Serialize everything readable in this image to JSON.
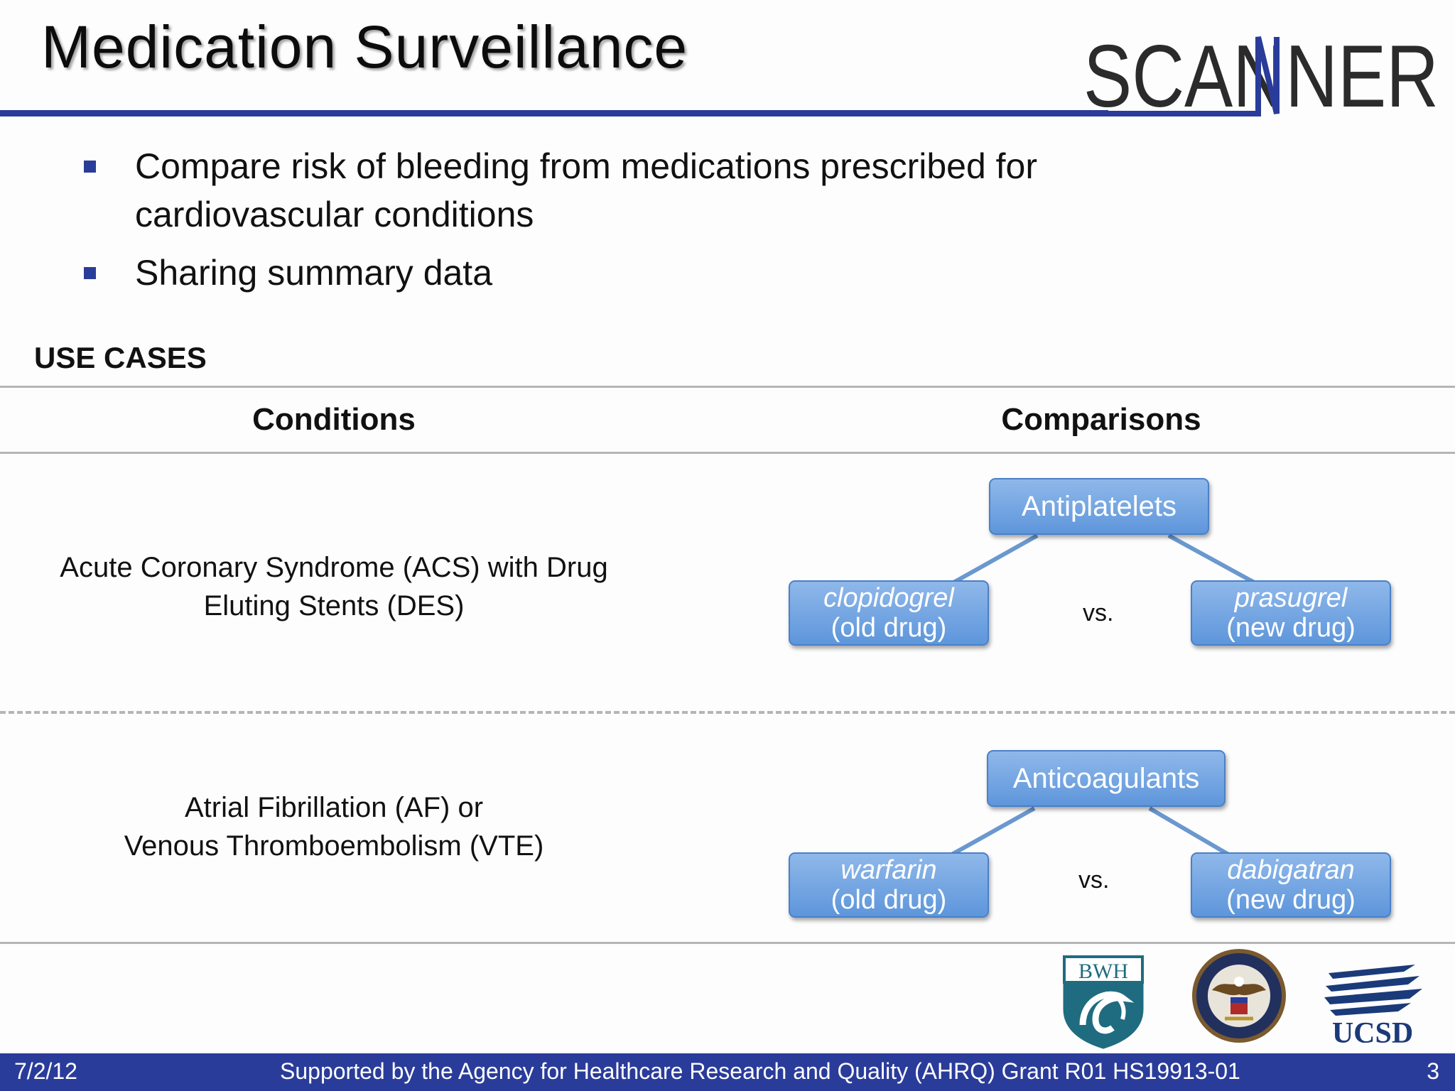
{
  "slide": {
    "title": "Medication Surveillance",
    "logo_text": "SCANNER"
  },
  "bullets": [
    "Compare risk of bleeding from medications prescribed for cardiovascular conditions",
    "Sharing summary data"
  ],
  "section_label": "USE CASES",
  "table": {
    "headers": {
      "conditions": "Conditions",
      "comparisons": "Comparisons"
    },
    "rows": [
      {
        "condition_line1": "Acute Coronary Syndrome (ACS) with Drug",
        "condition_line2": "Eluting Stents (DES)",
        "class": "Antiplatelets",
        "old_drug": "clopidogrel",
        "old_tag": "(old drug)",
        "vs": "vs.",
        "new_drug": "prasugrel",
        "new_tag": "(new drug)"
      },
      {
        "condition_line1": "Atrial Fibrillation (AF) or",
        "condition_line2": "Venous Thromboembolism (VTE)",
        "class": "Anticoagulants",
        "old_drug": "warfarin",
        "old_tag": "(old drug)",
        "vs": "vs.",
        "new_drug": "dabigatran",
        "new_tag": "(new drug)"
      }
    ]
  },
  "partner_logos": {
    "bwh": "BWH",
    "ucsd": "UCSD"
  },
  "footer": {
    "date": "7/2/12",
    "grant": "Supported by the Agency for Healthcare Research and Quality (AHRQ) Grant R01 HS19913-01",
    "page_number": "3"
  },
  "colors": {
    "accent": "#2a3c9a",
    "box": "#6fa3e2",
    "connector": "#6a98cf"
  }
}
